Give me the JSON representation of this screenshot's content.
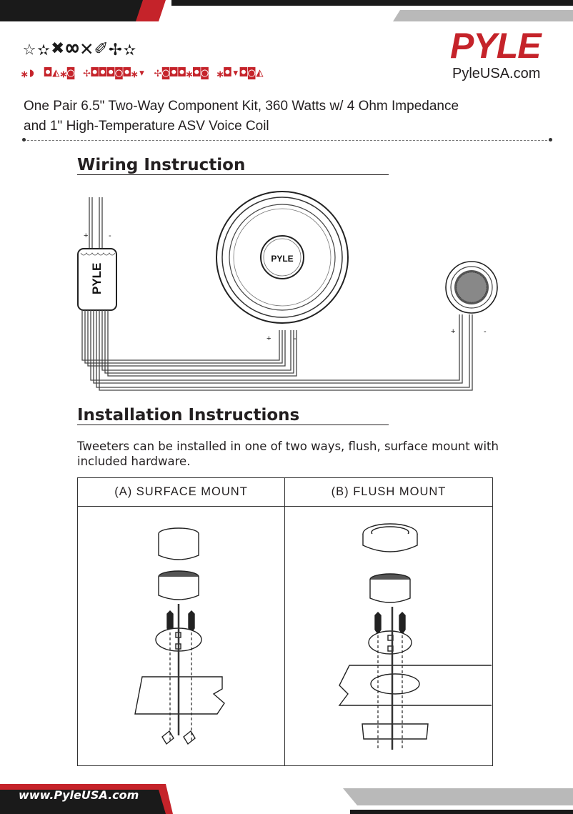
{
  "header": {
    "model_code": "☆✫✖∞✕✐✢✫",
    "model_title": "⁎◗ ◘◭⁎◙ ✢◘◘◘◙◘⁎▾ ✢◙◘◘⁎◘◙ ⁎◘▾◘◙◭",
    "description_line1": "One Pair 6.5\" Two-Way Component Kit, 360 Watts w/ 4 Ohm Impedance",
    "description_line2": "and 1\" High-Temperature ASV Voice Coil"
  },
  "brand": {
    "logo": "PYLE",
    "site": "PyleUSA.com",
    "color": "#c5232a"
  },
  "wiring": {
    "heading": "Wiring Instruction",
    "crossover_plus": "+",
    "crossover_minus": "-",
    "crossover_logo": "PYLE",
    "woofer_logo": "PYLE",
    "woofer_plus": "+",
    "woofer_minus": "-",
    "tweeter_plus": "+",
    "tweeter_minus": "-"
  },
  "installation": {
    "heading": "Installation Instructions",
    "text": "Tweeters can be installed in one of two ways, flush, surface mount with included hardware.",
    "surface_label": "(A) SURFACE MOUNT",
    "flush_label": "(B) FLUSH MOUNT"
  },
  "footer": {
    "url": "www.PyleUSA.com"
  }
}
